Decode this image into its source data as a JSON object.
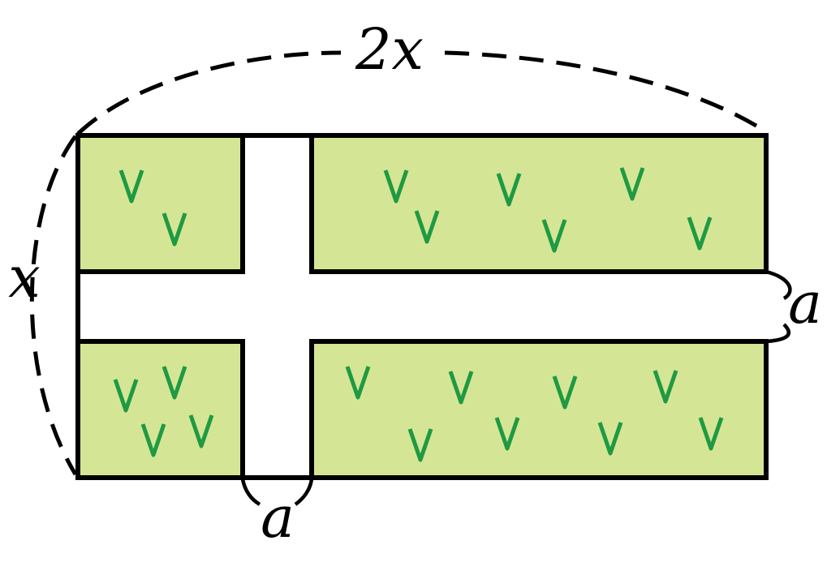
{
  "labels": {
    "top": "2x",
    "left": "x",
    "right_gap": "a",
    "bottom_gap": "a"
  },
  "colors": {
    "field": "#d5e596",
    "grass": "#1f9a42",
    "outline": "#000000",
    "road": "#ffffff"
  },
  "grass_glyph": "v"
}
